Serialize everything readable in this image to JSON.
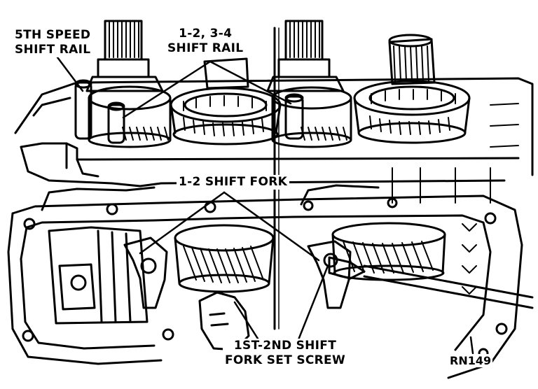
{
  "labels": {
    "fifth_speed_rail_line1": "5TH SPEED",
    "fifth_speed_rail_line2": "SHIFT RAIL",
    "rail_12_34_line1": "1-2, 3-4",
    "rail_12_34_line2": "SHIFT RAIL",
    "shift_fork_12": "1-2 SHIFT FORK",
    "set_screw_line1": "1ST-2ND SHIFT",
    "set_screw_line2": "FORK SET SCREW"
  },
  "figure_id": "RN149",
  "colors": {
    "ink": "#000000",
    "paper": "#ffffff"
  }
}
